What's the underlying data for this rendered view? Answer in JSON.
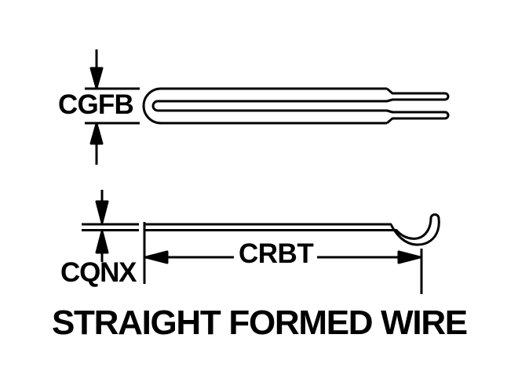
{
  "figure": {
    "title": "STRAIGHT FORMED WIRE",
    "top_view": {
      "description": "hairpin formed wire, top view",
      "width_dimension_label": "CGFB"
    },
    "side_view": {
      "description": "straight wire with hook end, side view",
      "diameter_dimension_label": "CQNX",
      "length_dimension_label": "CRBT"
    }
  },
  "colors": {
    "line": "#000000",
    "background": "#ffffff"
  }
}
